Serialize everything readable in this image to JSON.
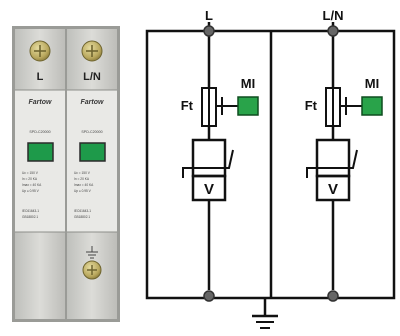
{
  "device": {
    "modules": [
      {
        "terminal_label": "L",
        "brand": "Fartow",
        "model": "SPD-C20000",
        "spec_lines": [
          "Uc = 150 V",
          "In = 20 KA",
          "Imax = 40 KA",
          "Up ≤ 0.95 V"
        ],
        "standard_lines": [
          "IEC61643-1",
          "GB18802.1"
        ]
      },
      {
        "terminal_label": "L/N",
        "brand": "Fartow",
        "model": "SPD-C20000",
        "spec_lines": [
          "Uc = 150 V",
          "In = 20 KA",
          "Imax = 40 KA",
          "Up ≤ 0.95 V"
        ],
        "standard_lines": [
          "IEC61643-1",
          "GB18802.1"
        ]
      }
    ],
    "ground_terminal_icon": "ground-screw-icon",
    "terminal_screw_icon": "cross-screw-icon",
    "status_window_color": "#1e9a4a",
    "body_color": "#cfd0cc"
  },
  "schematic": {
    "line_labels": {
      "left": "L",
      "right": "L/N"
    },
    "branches": [
      {
        "fuse_label": "Ft",
        "indicator_label": "MI",
        "varistor_label": "V"
      },
      {
        "fuse_label": "Ft",
        "indicator_label": "MI",
        "varistor_label": "V"
      }
    ],
    "ground_icon": "ground-symbol-icon",
    "indicator_color": "#29a34a",
    "line_color": "#111111"
  }
}
